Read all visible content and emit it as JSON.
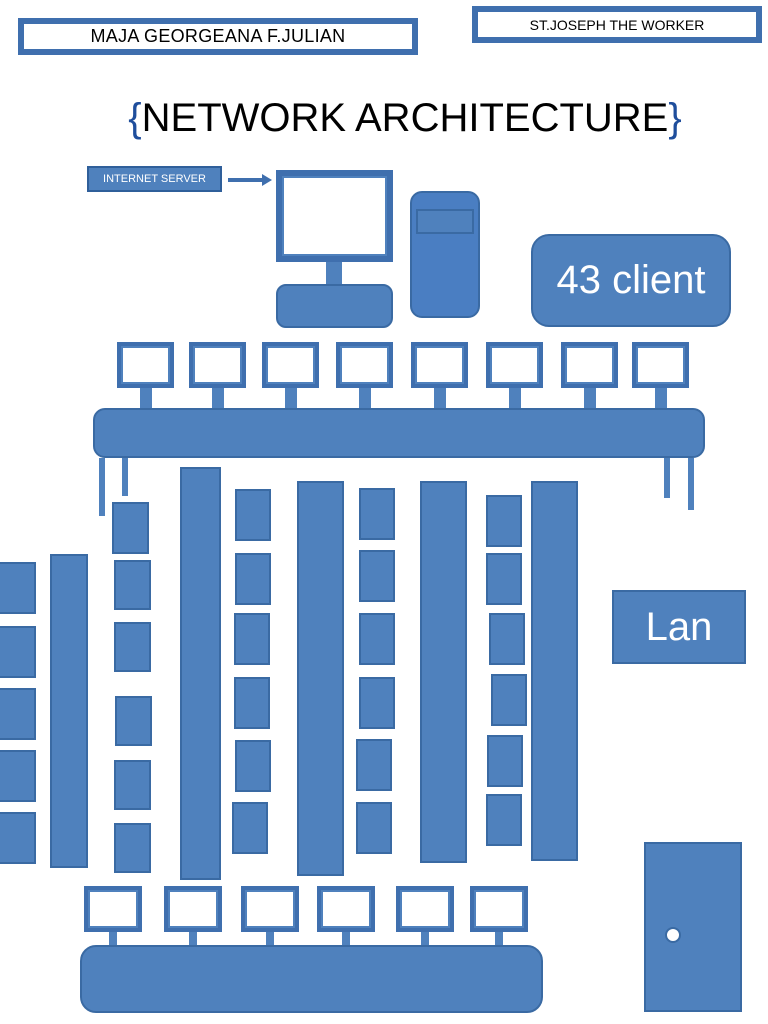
{
  "header": {
    "author_name": "MAJA GEORGEANA F.JULIAN",
    "school_name": "ST.JOSEPH THE WORKER"
  },
  "title": {
    "open_brace": "{",
    "text": "NETWORK ARCHITECTURE",
    "close_brace": "}"
  },
  "server": {
    "label": "INTERNET SERVER"
  },
  "client_badge": {
    "label": "43 client"
  },
  "lan_badge": {
    "label": "Lan"
  },
  "colors": {
    "shape_fill": "#4f81bd",
    "shape_border": "#3a6aa3",
    "title_brace": "#1f4e9c"
  }
}
